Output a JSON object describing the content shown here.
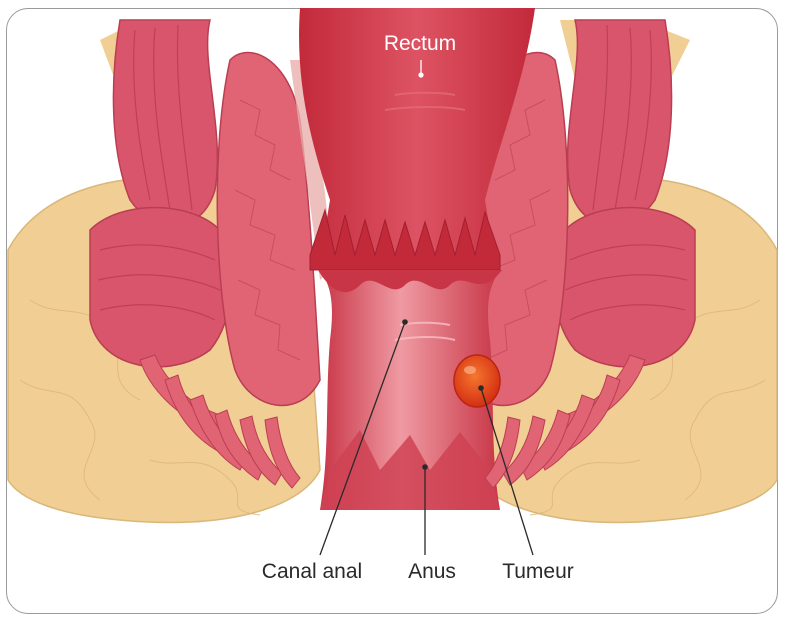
{
  "labels": {
    "rectum": "Rectum",
    "canal_anal": "Canal anal",
    "anus": "Anus",
    "tumeur": "Tumeur"
  },
  "colors": {
    "fat": "#f1cf94",
    "muscle": "#d9556c",
    "muscle_light": "#ec8e99",
    "lumen_dark": "#c5303f",
    "canal_pink": "#e98a92",
    "tissue_pink": "#e2a0a0",
    "tumor": "#e8411c",
    "frame": "#9a9a9a"
  }
}
